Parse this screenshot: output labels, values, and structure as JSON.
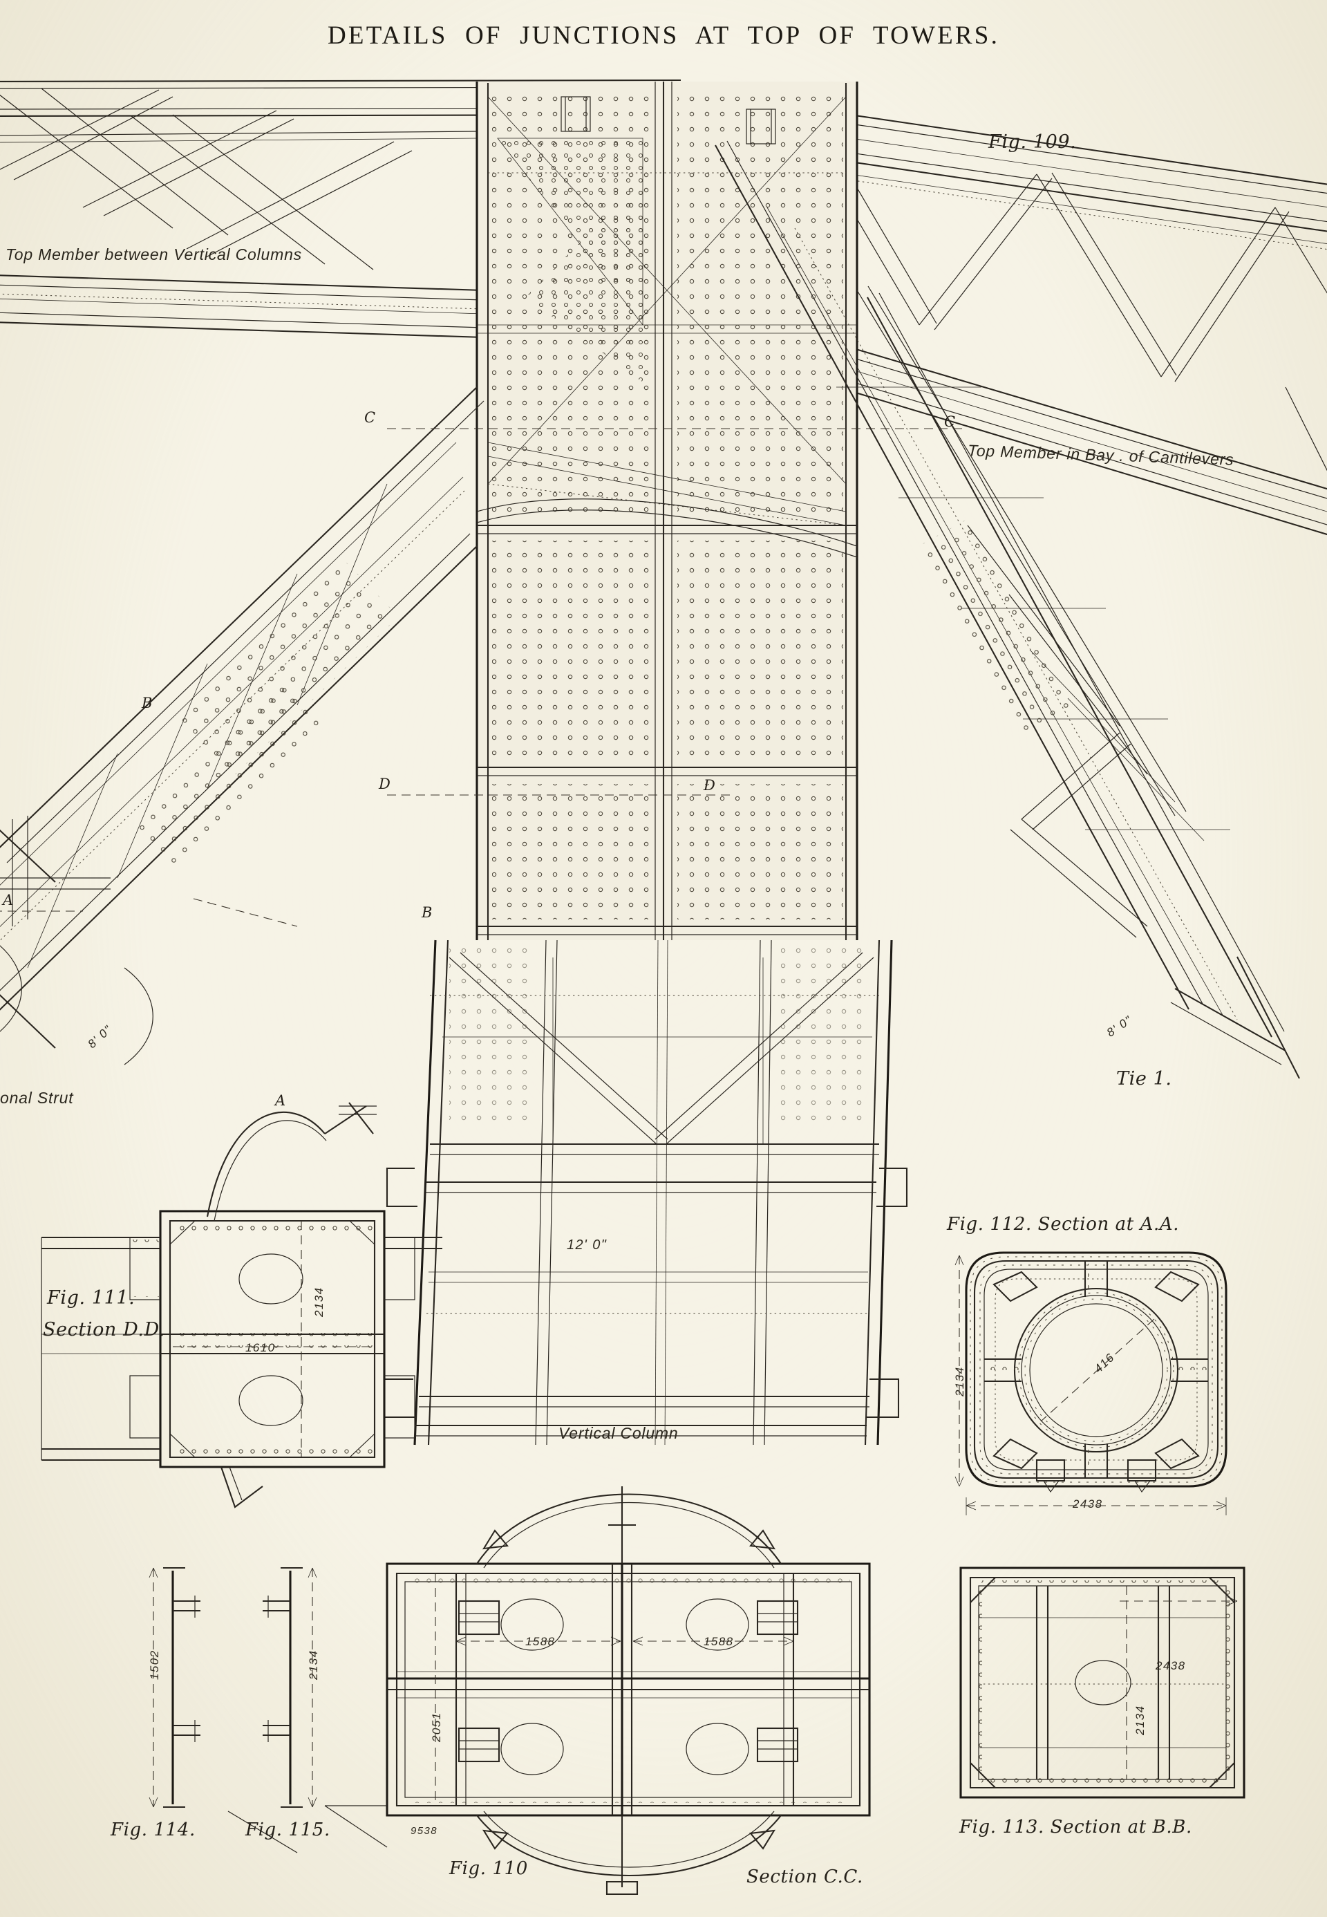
{
  "plate": {
    "title": "DETAILS OF JUNCTIONS AT TOP OF TOWERS."
  },
  "figures": [
    {
      "id": "fig109",
      "label": "Fig. 109."
    },
    {
      "id": "fig110",
      "label": "Fig. 110"
    },
    {
      "id": "fig110b",
      "label": "Section C.C."
    },
    {
      "id": "fig111",
      "label": "Fig. 111."
    },
    {
      "id": "fig111b",
      "label": "Section D.D."
    },
    {
      "id": "fig112",
      "label": "Fig. 112.   Section at A.A."
    },
    {
      "id": "fig113",
      "label": "Fig. 113.   Section at B.B."
    },
    {
      "id": "fig114",
      "label": "Fig. 114."
    },
    {
      "id": "fig115",
      "label": "Fig. 115."
    }
  ],
  "annotations": {
    "top_member_left": "Top Member between Vertical Columns",
    "top_member_right": "Top Member in Bay . of Cantilevers",
    "diagonal_strut": "onal Strut",
    "tie": "Tie 1.",
    "vertical_column": "Vertical Column"
  },
  "section_markers": {
    "a_left": "A",
    "a_bottom": "A",
    "b_left": "B",
    "b_right": "B",
    "c_left": "C",
    "c_right": "C",
    "d_left": "D",
    "d_right": "D"
  },
  "dimensions": {
    "strut_8ft": "8' 0\"",
    "tie_8ft": "8' 0\"",
    "column_12ft": "12' 0\"",
    "fig111_2134": "2134",
    "fig111_1610": "1610",
    "fig112_2134": "2134",
    "fig112_416": "416",
    "fig112_2438": "2438",
    "fig113_2438": "2438",
    "fig113_2134": "2134",
    "fig110_1588_a": "1588",
    "fig110_1588_b": "1588",
    "fig110_2051": "2051",
    "fig110_9538": "9538",
    "fig114_1502": "1502",
    "fig115_2134": "2134"
  },
  "colors": {
    "paper": "#f6f3e6",
    "ink": "#2a2620",
    "ink_dark": "#1d1a15"
  }
}
